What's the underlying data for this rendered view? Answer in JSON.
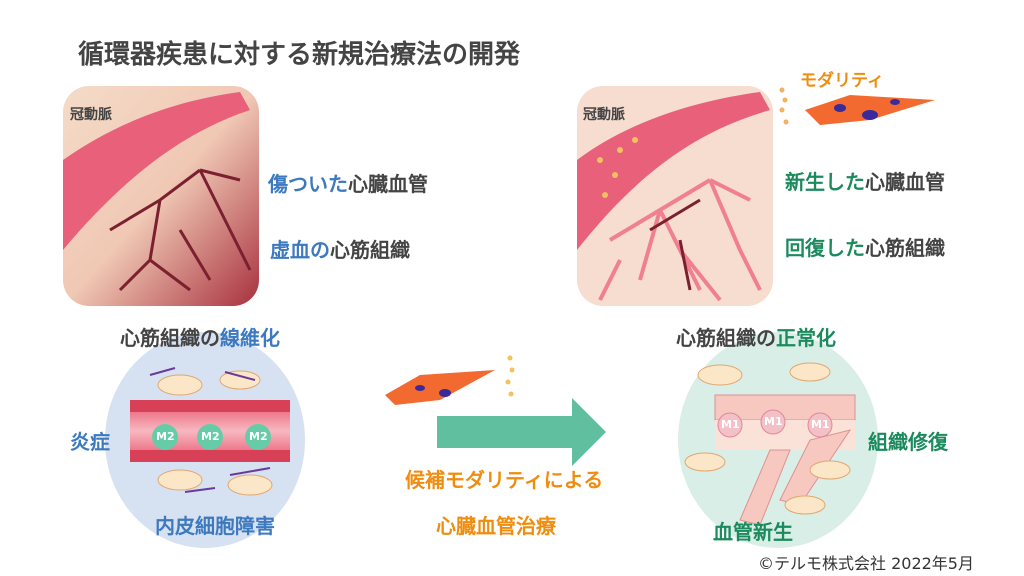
{
  "title": "循環器疾患に対する新規治療法の開発",
  "left_panel": {
    "artery_label": "冠動脈",
    "damaged_vessel": {
      "accent": "傷ついた",
      "rest": "心臓血管"
    },
    "ischemic_tissue": {
      "accent": "虚血の",
      "rest": "心筋組織"
    }
  },
  "right_panel": {
    "artery_label": "冠動脈",
    "modality_label": "モダリティ",
    "new_vessel": {
      "accent": "新生した",
      "rest": "心臓血管"
    },
    "recovered_tissue": {
      "accent": "回復した",
      "rest": "心筋組織"
    }
  },
  "fibrosis": {
    "heading": {
      "rest": "心筋組織の",
      "accent": "線維化"
    },
    "inflammation": "炎症",
    "endothelial_damage": "内皮細胞障害",
    "macrophage": "M2"
  },
  "treatment": {
    "line1": "候補モダリティによる",
    "line2": "心臓血管治療"
  },
  "normalization": {
    "heading": {
      "rest": "心筋組織の",
      "accent": "正常化"
    },
    "tissue_repair": "組織修復",
    "angiogenesis": "血管新生",
    "macrophage": "M1"
  },
  "copyright": "©テルモ株式会社 2022年5月",
  "colors": {
    "blue": "#3d79bf",
    "green": "#1b8a5c",
    "orange": "#ef8d10",
    "arrow": "#5fbf9f"
  }
}
